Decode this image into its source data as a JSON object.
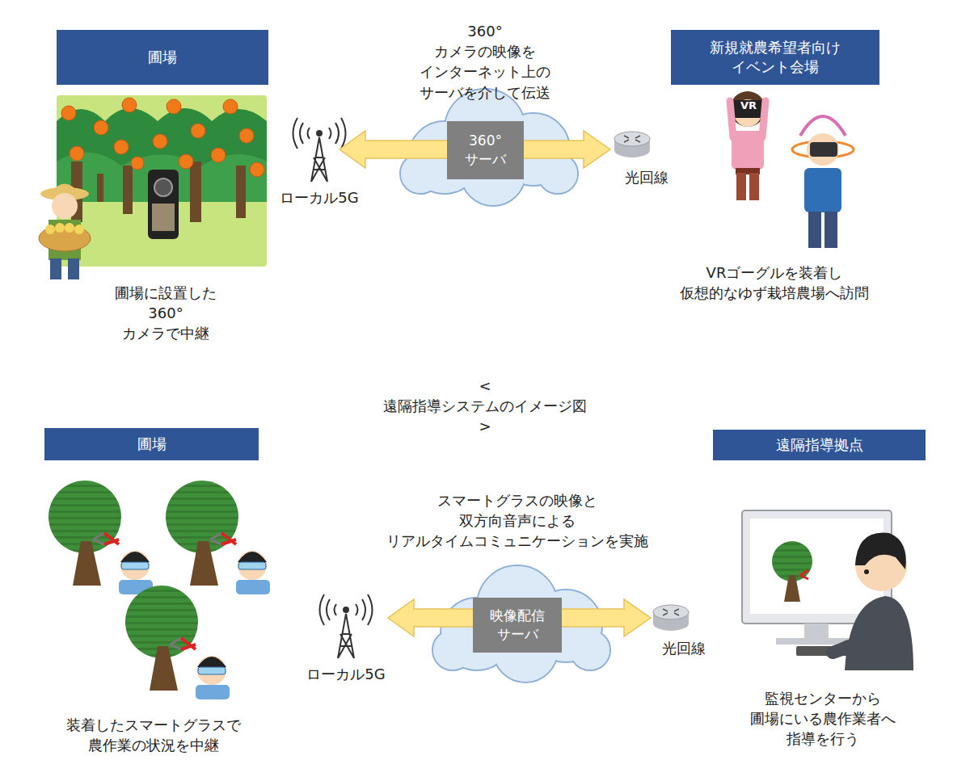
{
  "diagram": {
    "nodes": [
      {
        "text": [
          "圃場"
        ]
      },
      {
        "text": [
          "360° サーバ"
        ]
      },
      {
        "text": [
          "新規就農希望者向け イベント会場"
        ]
      },
      {
        "text": [
          "圃場"
        ]
      },
      {
        "text": [
          "映像配信 サーバ"
        ]
      },
      {
        "text": [
          "遠隔指導拠点"
        ]
      }
    ],
    "labels": [
      "360°カメラの映像を インターネット上の サーバを介して伝送",
      "ローカル5G",
      "光回線",
      "圃場に設置した 360°カメラで中継",
      "VR",
      "VRゴーグルを装着し 仮想的なゆず栽培農場へ訪問",
      "<遠隔指導システムのイメージ図>",
      "スマートグラスの映像と 双方向音声による リアルタイムコミュニケーションを実施",
      "ローカル5G",
      "光回線",
      "装着したスマートグラスで 農作業の状況を中継",
      "監視センターから 圃場にいる農作業者へ 指導を行う"
    ]
  }
}
